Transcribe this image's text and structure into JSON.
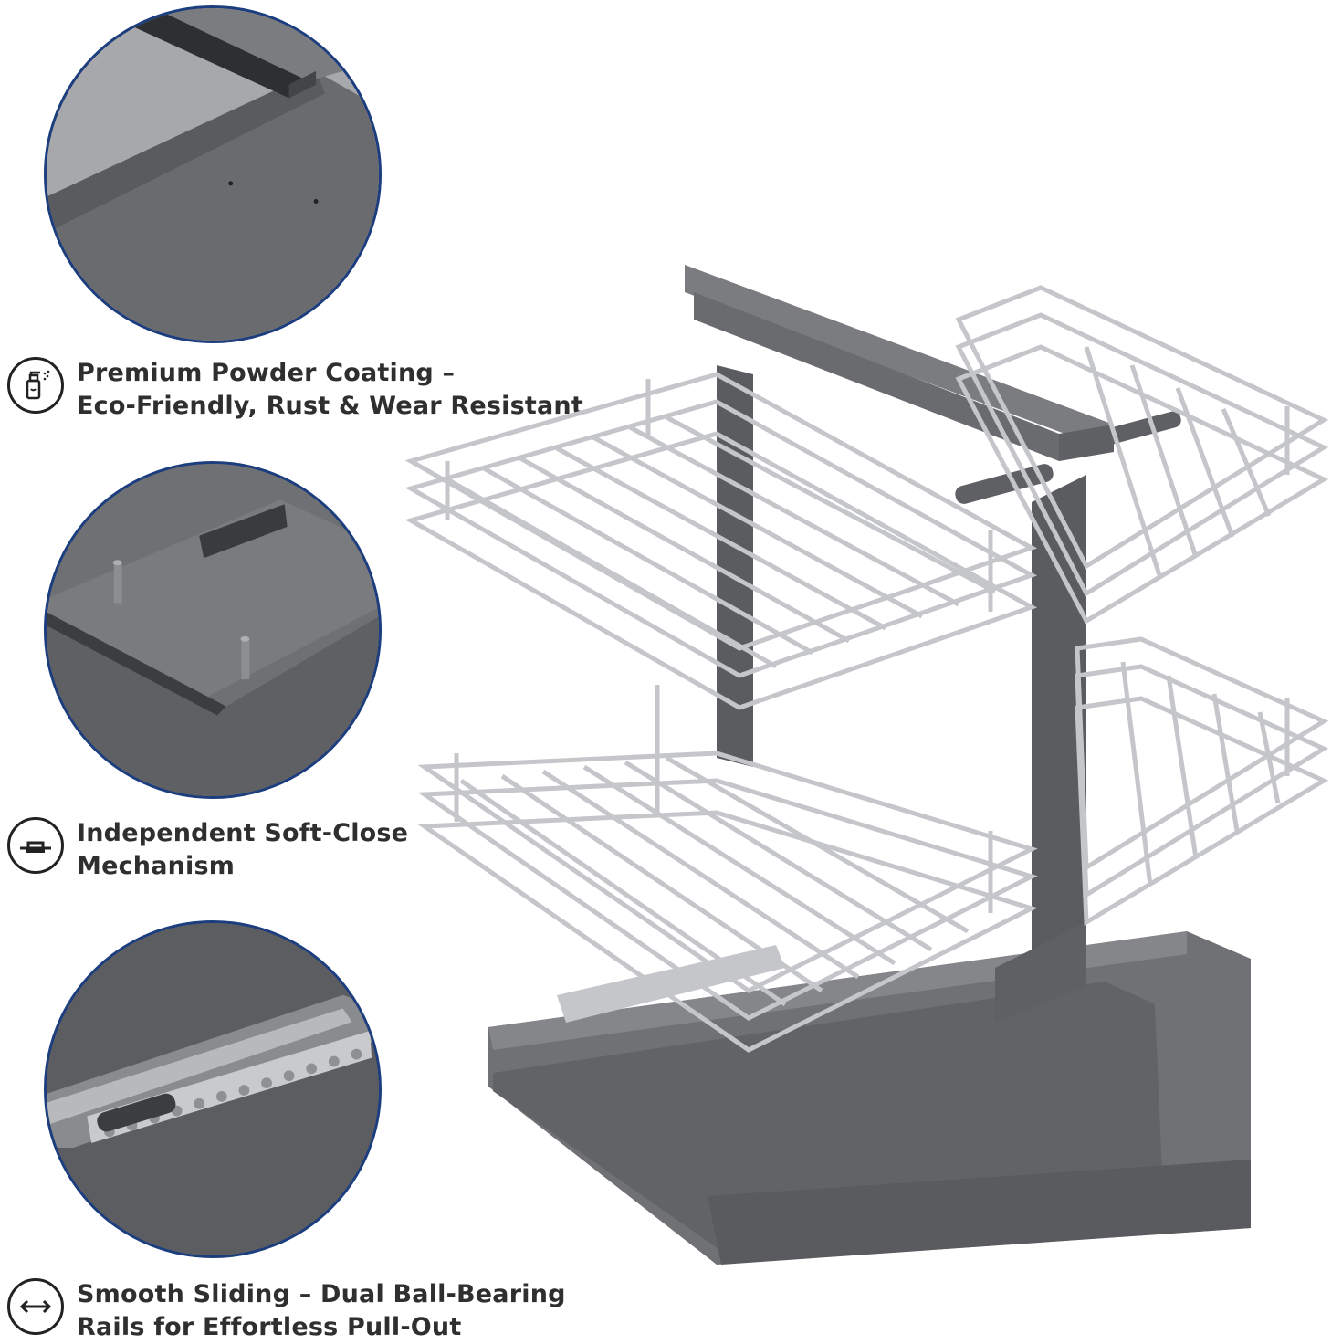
{
  "colors": {
    "circle_border": "#1c3d7e",
    "frame_gray": "#6d6e72",
    "chrome_wire": "#c4c6ca",
    "text": "#2f2f2f"
  },
  "features": [
    {
      "icon": "spray-bottle-icon",
      "line1": "Premium Powder Coating –",
      "line2": "Eco-Friendly, Rust & Wear Resistant"
    },
    {
      "icon": "soft-close-icon",
      "line1": "Independent Soft-Close",
      "line2": "Mechanism"
    },
    {
      "icon": "double-arrow-icon",
      "line1": "Smooth Sliding – Dual Ball-Bearing",
      "line2": "Rails for Effortless Pull-Out"
    }
  ]
}
